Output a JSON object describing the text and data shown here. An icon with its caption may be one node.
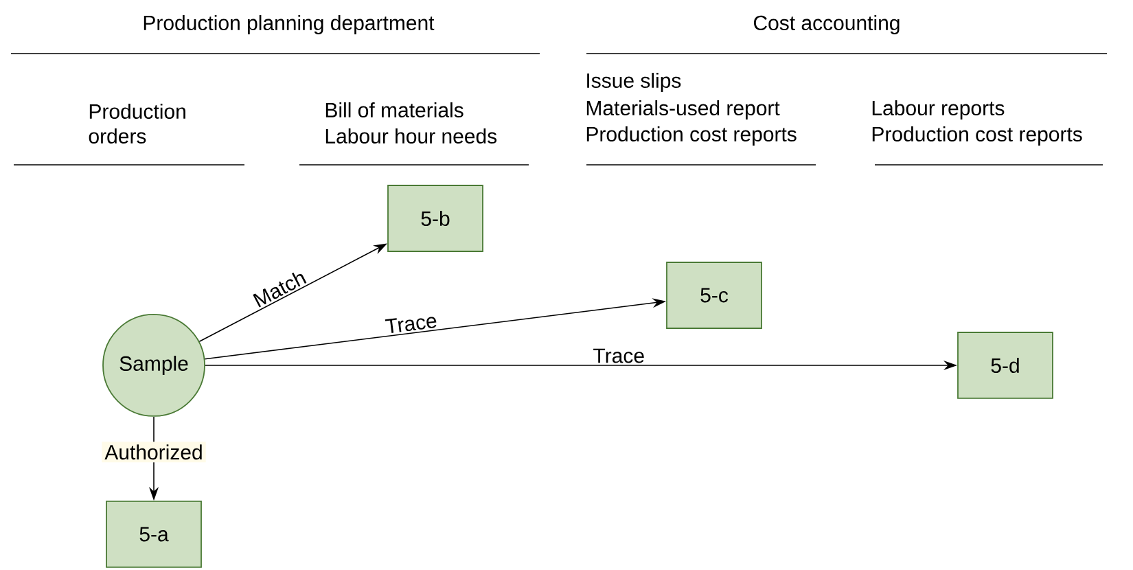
{
  "diagram": {
    "nodes": [
      {
        "text": [
          "Sample"
        ]
      },
      {
        "text": [
          "5-a"
        ]
      },
      {
        "text": [
          "5-b"
        ]
      },
      {
        "text": [
          "5-c"
        ]
      },
      {
        "text": [
          "5-d"
        ]
      }
    ],
    "edges": [
      {
        "from": 0,
        "to": 1,
        "arrow": "to",
        "label": "Authorized"
      },
      {
        "from": 0,
        "to": 2,
        "arrow": "to",
        "label": "Match"
      },
      {
        "from": 0,
        "to": 3,
        "arrow": "to",
        "label": "Trace"
      },
      {
        "from": 0,
        "to": 4,
        "arrow": "to",
        "label": "Trace"
      }
    ],
    "labels": [
      "Production planning department",
      "Cost accounting",
      "Issue slips",
      "Production orders",
      "Bill of materials",
      "Materials-used report",
      "Labour reports",
      "Labour hour needs",
      "Production cost reports",
      "Production cost reports"
    ]
  }
}
